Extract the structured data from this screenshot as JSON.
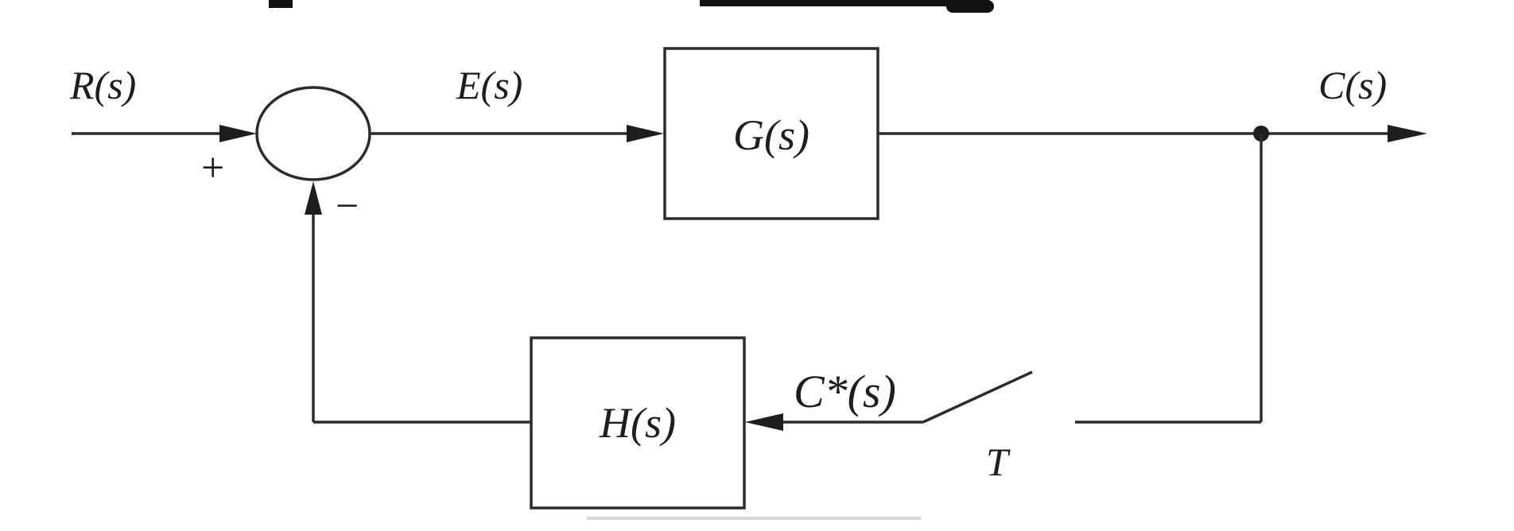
{
  "diagram": {
    "type": "sampled-data feedback control block diagram",
    "signals": {
      "input": "R(s)",
      "error": "E(s)",
      "output": "C(s)",
      "sampled_feedback": "C*(s)"
    },
    "blocks": {
      "forward": "G(s)",
      "feedback": "H(s)"
    },
    "summing_junction": {
      "plus_sign": "+",
      "minus_sign": "−"
    },
    "sampler_period": "T"
  },
  "colors": {
    "stroke": "#2b2b2b",
    "background": "#ffffff"
  }
}
